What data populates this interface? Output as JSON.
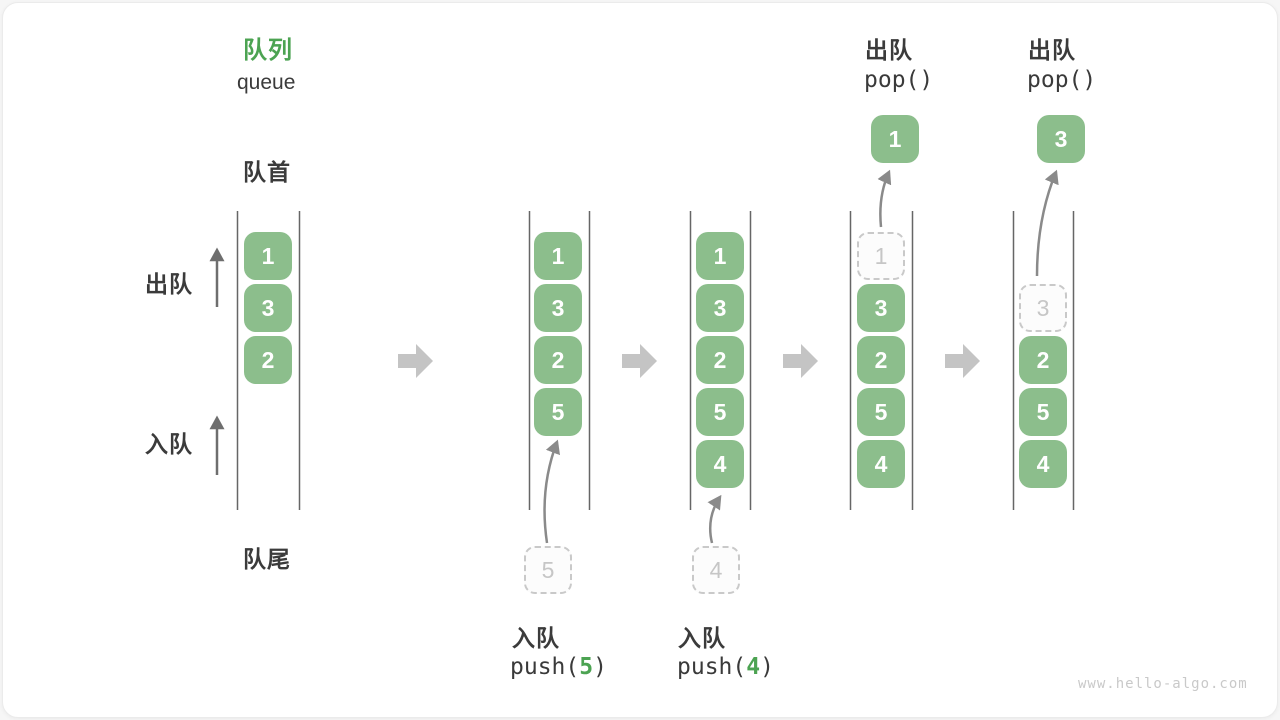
{
  "title": {
    "zh": "队列",
    "en": "queue"
  },
  "side_labels": {
    "front": "队首",
    "rear": "队尾",
    "dequeue": "出队",
    "enqueue": "入队"
  },
  "operations": {
    "push1": {
      "label": "入队",
      "fn_open": "push(",
      "arg": "5",
      "fn_close": ")"
    },
    "push2": {
      "label": "入队",
      "fn_open": "push(",
      "arg": "4",
      "fn_close": ")"
    },
    "pop1": {
      "label": "出队",
      "fn": "pop()",
      "popped": "1"
    },
    "pop2": {
      "label": "出队",
      "fn": "pop()",
      "popped": "3"
    }
  },
  "queues": [
    {
      "cells": [
        "1",
        "3",
        "2"
      ]
    },
    {
      "cells": [
        "1",
        "3",
        "2",
        "5"
      ],
      "incoming": "5"
    },
    {
      "cells": [
        "1",
        "3",
        "2",
        "5",
        "4"
      ],
      "incoming": "4"
    },
    {
      "cells": [
        "3",
        "2",
        "5",
        "4"
      ],
      "ghost": "1"
    },
    {
      "cells": [
        "2",
        "5",
        "4"
      ],
      "ghost": "3"
    }
  ],
  "watermark": "www.hello-algo.com",
  "colors": {
    "cell_green": "#8CBE8C",
    "accent_green": "#4CA352",
    "text_dark": "#3B3B3B",
    "ghost_gray": "#C6C6C6",
    "block_arrow_gray": "#C4C4C4",
    "line_gray": "#666666"
  }
}
